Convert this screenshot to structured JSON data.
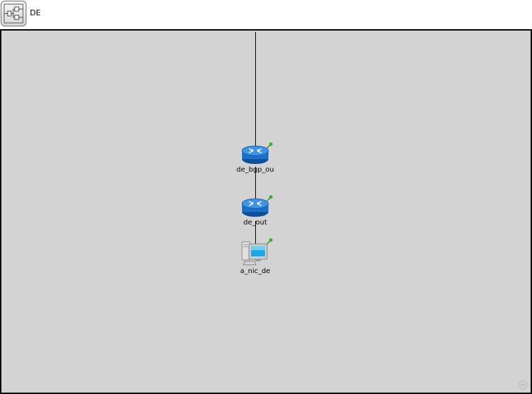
{
  "module": {
    "title": "DE",
    "icon": "compound-module-icon"
  },
  "nodes": [
    {
      "name": "de_bgp_ou",
      "icon": "router-icon"
    },
    {
      "name": "de_out",
      "icon": "router-icon"
    },
    {
      "name": "a_nic_de",
      "icon": "computer-icon"
    }
  ],
  "colors": {
    "canvas_background": "#d3d3d3",
    "router_blue": "#1a6fc9",
    "pin_green": "#2fb21a"
  },
  "corner": {
    "icon": "zoom-indicator-icon"
  }
}
